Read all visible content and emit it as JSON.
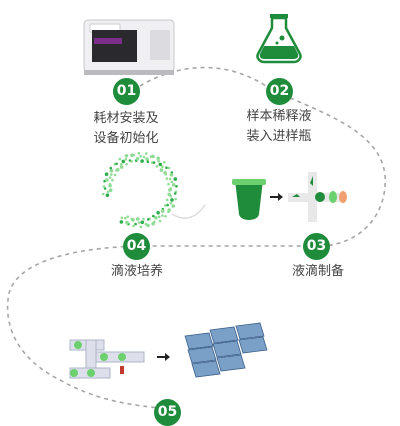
{
  "steps": [
    {
      "num": "01",
      "line1": "耗材安装及",
      "line2": "设备初始化"
    },
    {
      "num": "02",
      "line1": "样本稀释液",
      "line2": "装入进样瓶"
    },
    {
      "num": "03",
      "line1": "液滴制备",
      "line2": ""
    },
    {
      "num": "04",
      "line1": "滴液培养",
      "line2": ""
    },
    {
      "num": "05",
      "line1": "",
      "line2": ""
    }
  ],
  "colors": {
    "accent": "#1e8c3a",
    "light_green": "#6cd06e",
    "path": "#a6a6a6",
    "orange": "#f0a070",
    "text": "#444444"
  },
  "icons": [
    "instrument-image",
    "flask-icon",
    "bead-ring-image",
    "droplet-generator-icon",
    "chip-sorting-icon"
  ]
}
